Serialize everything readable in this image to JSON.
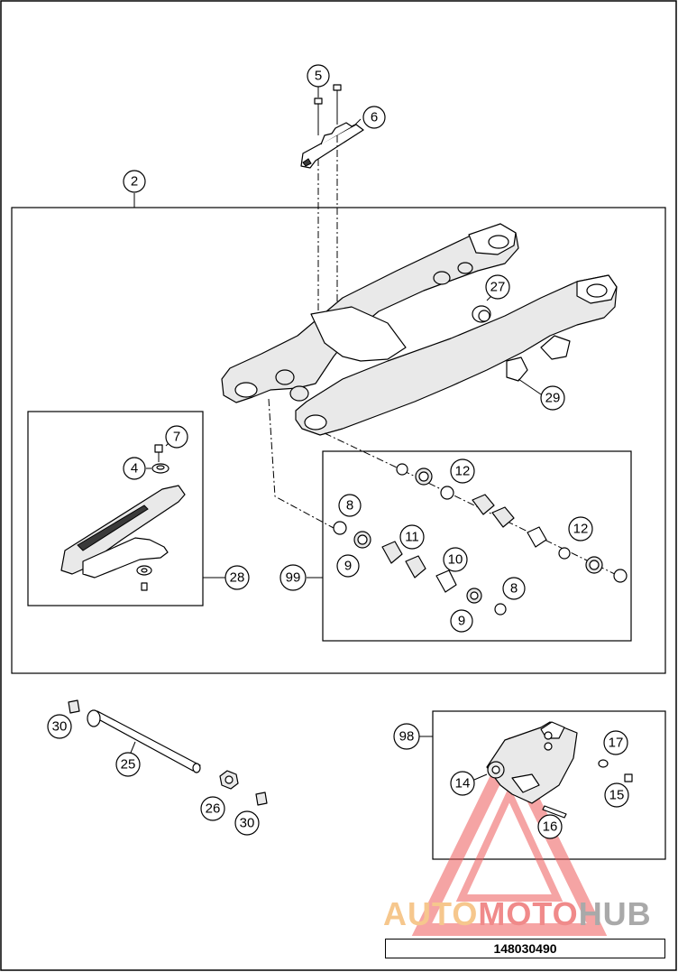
{
  "diagram": {
    "callouts": [
      "5",
      "6",
      "2",
      "27",
      "29",
      "7",
      "4",
      "28",
      "12",
      "8",
      "11",
      "10",
      "9",
      "99",
      "30",
      "25",
      "26",
      "98",
      "17",
      "14",
      "15",
      "16"
    ],
    "extra_labels": {
      "c12b": "12",
      "c8b": "8",
      "c9b": "9",
      "c30b": "30"
    }
  },
  "footer": {
    "code": "148030490"
  },
  "watermark": {
    "part1": "AUTO",
    "part2": "MOTO",
    "part3": "HUB"
  },
  "colors": {
    "watermark_red": "#f08a8a",
    "watermark_orange": "#f6c78d",
    "watermark_grey": "#a9a9a9"
  }
}
